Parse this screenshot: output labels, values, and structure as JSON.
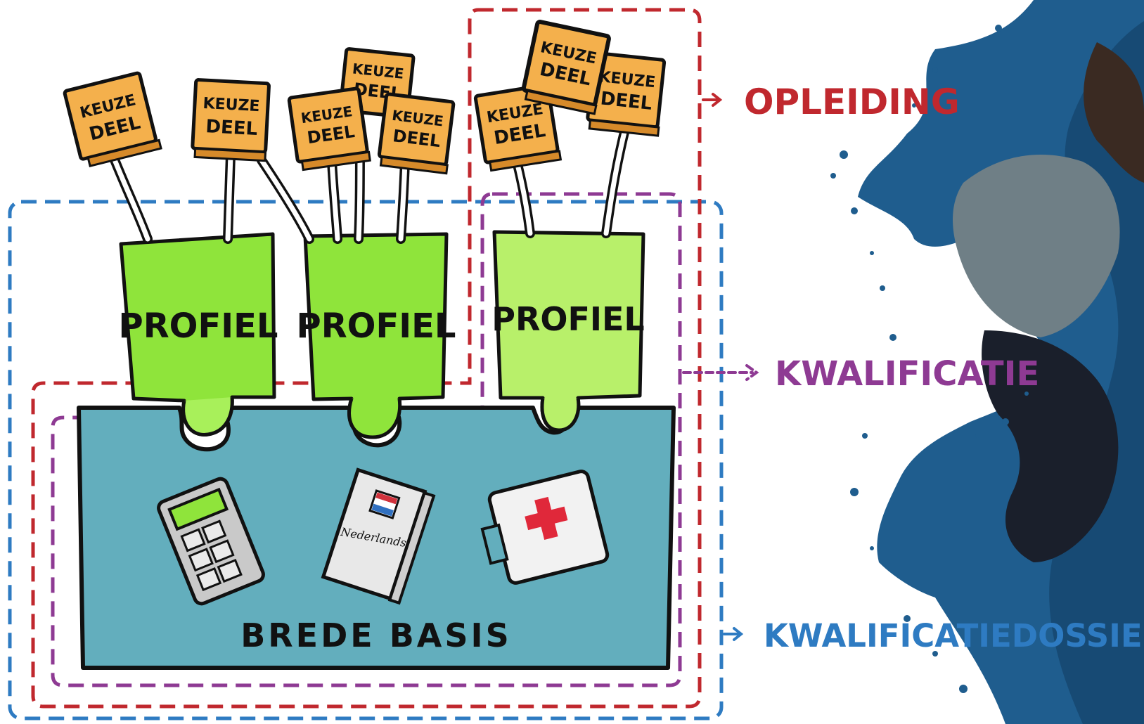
{
  "diagram": {
    "keuzedeel_label_line1": "KEUZE",
    "keuzedeel_label_line2": "DEEL",
    "profiles": [
      {
        "label": "PROFIEL"
      },
      {
        "label": "PROFIEL"
      },
      {
        "label": "PROFIEL"
      }
    ],
    "basis_label": "BREDE BASIS",
    "book_label": "Nederlands",
    "legend": {
      "opleiding": "OPLEIDING",
      "kwalificatie": "KWALIFICATIE",
      "kwalificatiedossier": "KWALIFICATIEDOSSIER"
    }
  },
  "colors": {
    "opleiding": "#c0282e",
    "kwalificatie": "#8e3a93",
    "kwalificatiedossier": "#2e7bc2",
    "keuzedeel": "#f4b04c",
    "profiel_dark": "#8fe43b",
    "profiel_light": "#b3ef5a",
    "basis": "#63aebd"
  }
}
